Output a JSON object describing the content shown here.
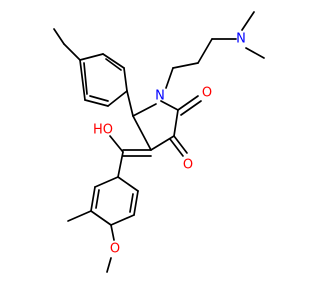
{
  "molecule": {
    "atoms": {
      "n_ring": "N",
      "n_amine": "N",
      "o_hydroxyl": "HO",
      "o_ketone_upper": "O",
      "o_ketone_lower": "O",
      "o_methoxy": "O"
    },
    "colors": {
      "bond": "#000000",
      "oxygen": "#ff0000",
      "nitrogen": "#0000ff",
      "background": "#ffffff"
    }
  }
}
